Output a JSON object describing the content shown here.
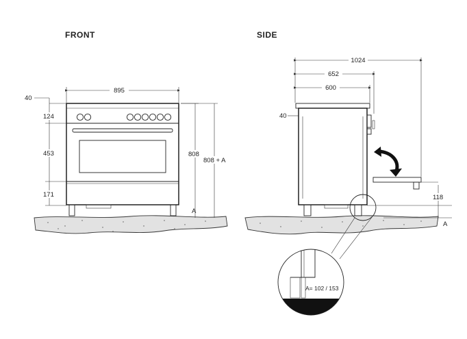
{
  "front": {
    "title": "FRONT",
    "dims": {
      "width": "895",
      "top_offset": "40",
      "panel": "124",
      "oven": "453",
      "drawer": "171",
      "height": "808",
      "height_total": "808 + A",
      "adj": "A"
    }
  },
  "side": {
    "title": "SIDE",
    "dims": {
      "depth_door_open": "1024",
      "depth_total": "652",
      "depth_body": "600",
      "top_offset": "40",
      "door_height": "118",
      "adj": "A"
    },
    "detail_label": "A= 102 / 153"
  },
  "icons": {
    "arrow": "curved-arrow-icon"
  }
}
